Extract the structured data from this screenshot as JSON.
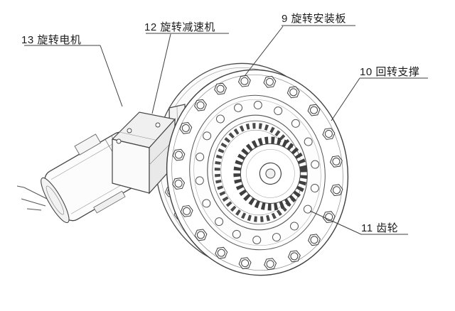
{
  "figure": {
    "background": "#ffffff",
    "line_color": "#3f3f3f",
    "labels": [
      {
        "number": "13",
        "text": "13 旋转电机",
        "part": "rotation-motor"
      },
      {
        "number": "12",
        "text": "12 旋转减速机",
        "part": "rotation-reducer"
      },
      {
        "number": "9",
        "text": "9 旋转安装板",
        "part": "rotation-mounting-plate"
      },
      {
        "number": "10",
        "text": "10 回转支撑",
        "part": "slewing-support"
      },
      {
        "number": "11",
        "text": "11 齿轮",
        "part": "gear"
      }
    ]
  }
}
